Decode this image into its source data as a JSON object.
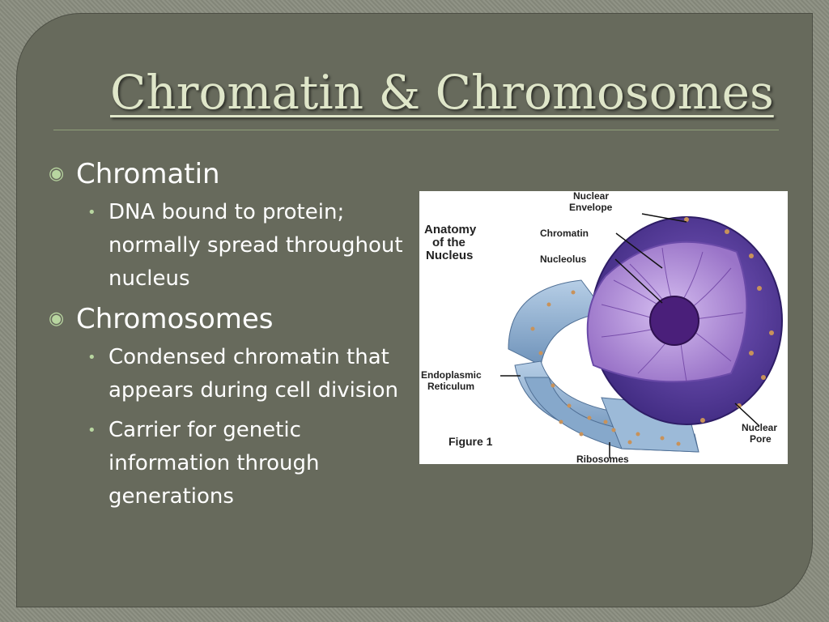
{
  "slide": {
    "title": "Chromatin & Chromosomes",
    "bullets": [
      {
        "text": "Chromatin",
        "sub": [
          {
            "text": "DNA bound to protein; normally spread throughout nucleus"
          }
        ]
      },
      {
        "text": "Chromosomes",
        "sub": [
          {
            "text": "Condensed chromatin that appears during cell division"
          },
          {
            "text": "Carrier for genetic information through generations"
          }
        ]
      }
    ]
  },
  "figure": {
    "title_lines": [
      "Anatomy",
      "of the",
      "Nucleus"
    ],
    "caption": "Figure 1",
    "labels": {
      "envelope_1": "Nuclear",
      "envelope_2": "Envelope",
      "chromatin": "Chromatin",
      "nucleolus": "Nucleolus",
      "er_1": "Endoplasmic",
      "er_2": "Reticulum",
      "pore_1": "Nuclear",
      "pore_2": "Pore",
      "ribosomes": "Ribosomes"
    }
  },
  "colors": {
    "background": "#676a5c",
    "title": "#dfe6c9",
    "bullet_marker": "#b8d6a0",
    "nucleus_outer": "#5a3c9c",
    "nucleus_inner": "#b18ed6",
    "nucleolus": "#4a1f7a",
    "er": "#8fb0d0"
  }
}
